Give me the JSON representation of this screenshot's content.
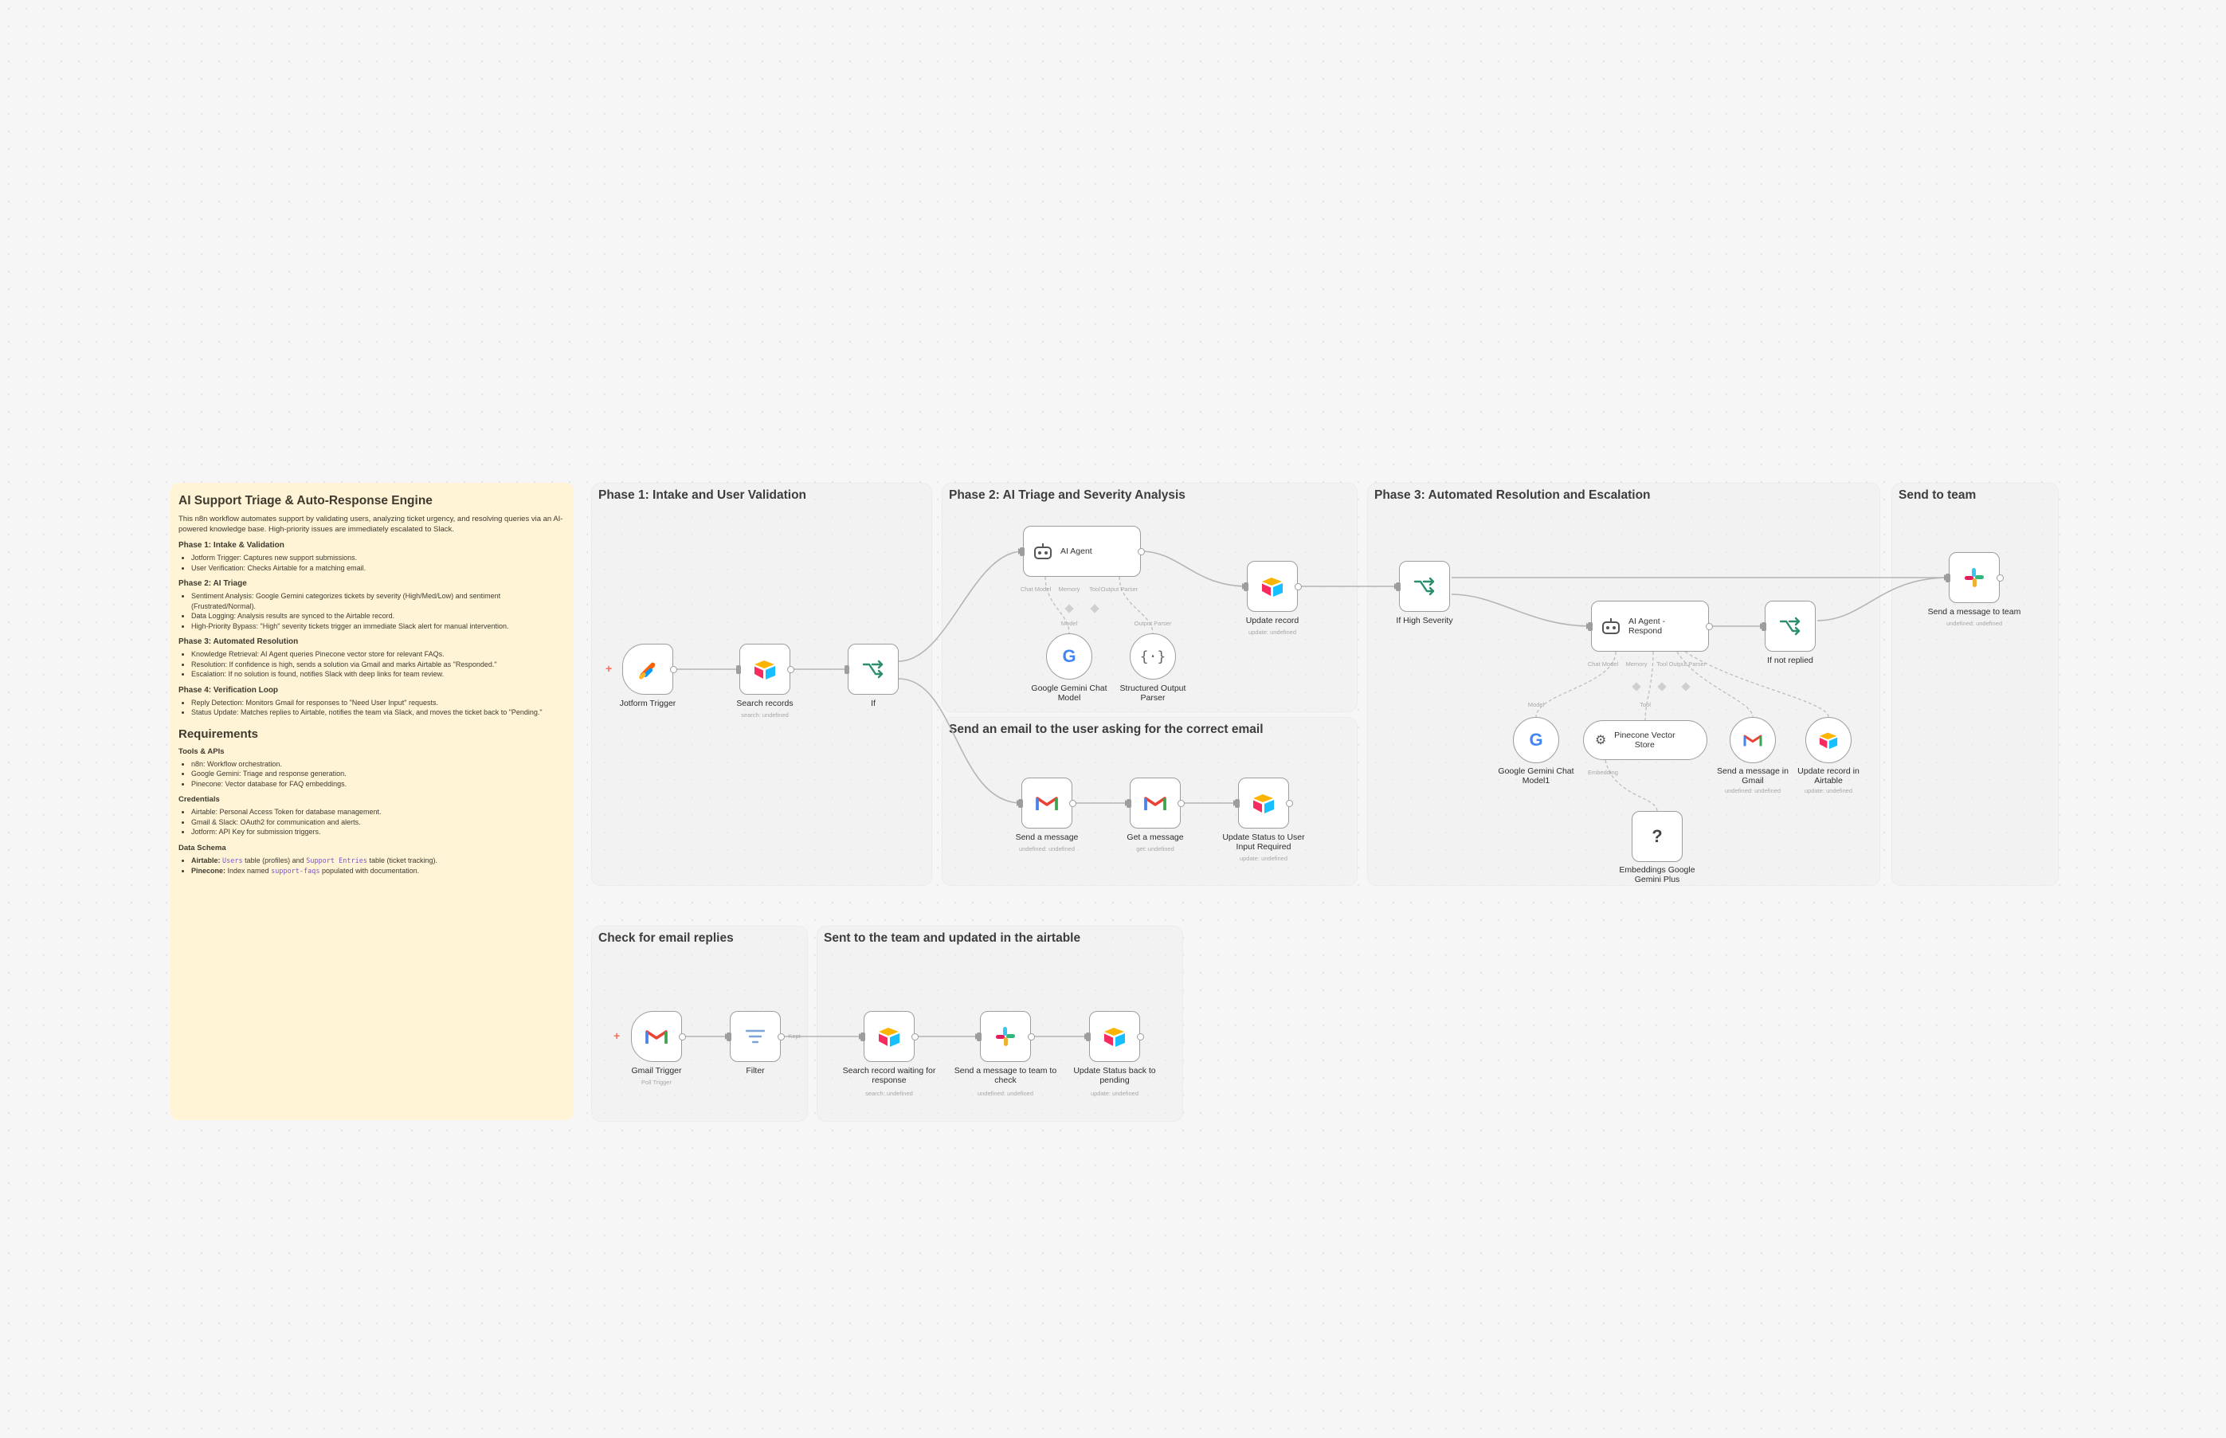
{
  "sticky": {
    "title": "AI Support Triage & Auto-Response Engine",
    "intro": "This n8n workflow automates support by validating users, analyzing ticket urgency, and resolving queries via an AI-powered knowledge base. High-priority issues are immediately escalated to Slack.",
    "phase1_title": "Phase 1: Intake & Validation",
    "phase1_items": [
      "Jotform Trigger: Captures new support submissions.",
      "User Verification: Checks Airtable for a matching email."
    ],
    "phase2_title": "Phase 2: AI Triage",
    "phase2_items": [
      "Sentiment Analysis: Google Gemini categorizes tickets by severity (High/Med/Low) and sentiment (Frustrated/Normal).",
      "Data Logging: Analysis results are synced to the Airtable record.",
      "High-Priority Bypass: \"High\" severity tickets trigger an immediate Slack alert for manual intervention."
    ],
    "phase3_title": "Phase 3: Automated Resolution",
    "phase3_items": [
      "Knowledge Retrieval: AI Agent queries Pinecone vector store for relevant FAQs.",
      "Resolution: If confidence is high, sends a solution via Gmail and marks Airtable as \"Responded.\"",
      "Escalation: If no solution is found, notifies Slack with deep links for team review."
    ],
    "phase4_title": "Phase 4: Verification Loop",
    "phase4_items": [
      "Reply Detection: Monitors Gmail for responses to \"Need User Input\" requests.",
      "Status Update: Matches replies to Airtable, notifies the team via Slack, and moves the ticket back to \"Pending.\""
    ],
    "req_title": "Requirements",
    "tools_title": "Tools & APIs",
    "tools_items": [
      "n8n: Workflow orchestration.",
      "Google Gemini: Triage and response generation.",
      "Pinecone: Vector database for FAQ embeddings."
    ],
    "cred_title": "Credentials",
    "cred_items": [
      "Airtable: Personal Access Token for database management.",
      "Gmail & Slack: OAuth2 for communication and alerts.",
      "Jotform: API Key for submission triggers."
    ],
    "schema_title": "Data Schema",
    "schema_airtable_label": "Airtable:",
    "schema_airtable_table1": "Users",
    "schema_airtable_mid": "table (profiles) and",
    "schema_airtable_table2": "Support Entries",
    "schema_airtable_end": "table (ticket tracking).",
    "schema_pinecone_label": "Pinecone:",
    "schema_pinecone_pre": "Index named",
    "schema_pinecone_index": "support-faqs",
    "schema_pinecone_end": "populated with documentation."
  },
  "groups": {
    "phase1": "Phase 1: Intake and User Validation",
    "phase2": "Phase 2: AI Triage and Severity Analysis",
    "email_user": "Send an email to the user asking for the correct email",
    "phase3": "Phase 3: Automated Resolution and Escalation",
    "send_team": "Send to team",
    "check_replies": "Check for email replies",
    "sent_team": "Sent to the team and updated in the airtable"
  },
  "nodes": {
    "jotform": {
      "label": "Jotform Trigger"
    },
    "search_records": {
      "label": "Search records",
      "sub": "search: undefined"
    },
    "if1": {
      "label": "If"
    },
    "ai_agent": {
      "label": "AI Agent",
      "port1": "Chat Model",
      "port2": "Memory",
      "port3": "Tool",
      "port4": "Output Parser"
    },
    "gemini1": {
      "label": "Google Gemini Chat Model",
      "conn": "Model"
    },
    "parser": {
      "label": "Structured Output Parser",
      "conn": "Output Parser"
    },
    "update_record": {
      "label": "Update record",
      "sub": "update: undefined"
    },
    "send_msg": {
      "label": "Send a message",
      "sub": "undefined: undefined"
    },
    "get_msg": {
      "label": "Get a message",
      "sub": "get: undefined"
    },
    "update_status": {
      "label": "Update Status to User Input Required",
      "sub": "update: undefined"
    },
    "if_high": {
      "label": "If High Severity"
    },
    "agent_respond": {
      "label": "AI Agent - Respond",
      "port1": "Chat Model",
      "port2": "Memory",
      "port3": "Tool",
      "port4": "Output Parser"
    },
    "if_not_replied": {
      "label": "If not replied"
    },
    "gemini2": {
      "label": "Google Gemini Chat Model1",
      "conn": "Model"
    },
    "pinecone": {
      "label": "Pinecone Vector Store",
      "conn": "Tool",
      "conn2": "Embedding"
    },
    "send_gmail": {
      "label": "Send a message in Gmail",
      "sub": "undefined: undefined"
    },
    "update_airtable": {
      "label": "Update record in Airtable",
      "sub": "update: undefined"
    },
    "embeddings": {
      "label": "Embeddings Google Gemini Plus"
    },
    "slack_team": {
      "label": "Send a message to team",
      "sub": "undefined: undefined"
    },
    "gmail_trigger": {
      "label": "Gmail Trigger",
      "sub": "Poll Trigger"
    },
    "filter": {
      "label": "Filter",
      "conn": "Kept"
    },
    "search_waiting": {
      "label": "Search record waiting for response",
      "sub": "search: undefined"
    },
    "slack_check": {
      "label": "Send a message to team to check",
      "sub": "undefined: undefined"
    },
    "update_pending": {
      "label": "Update Status back to pending",
      "sub": "update: undefined"
    }
  },
  "colors": {
    "airtable_yellow": "#fcb400",
    "airtable_blue": "#18bfff",
    "airtable_red": "#f82b60",
    "gmail_red": "#ea4335",
    "jotform_orange": "#ff6100",
    "if_green": "#2a8f6a",
    "slack_purple": "#4a154b",
    "wire": "#b5b5b5",
    "sticky": "#fff4d6"
  }
}
